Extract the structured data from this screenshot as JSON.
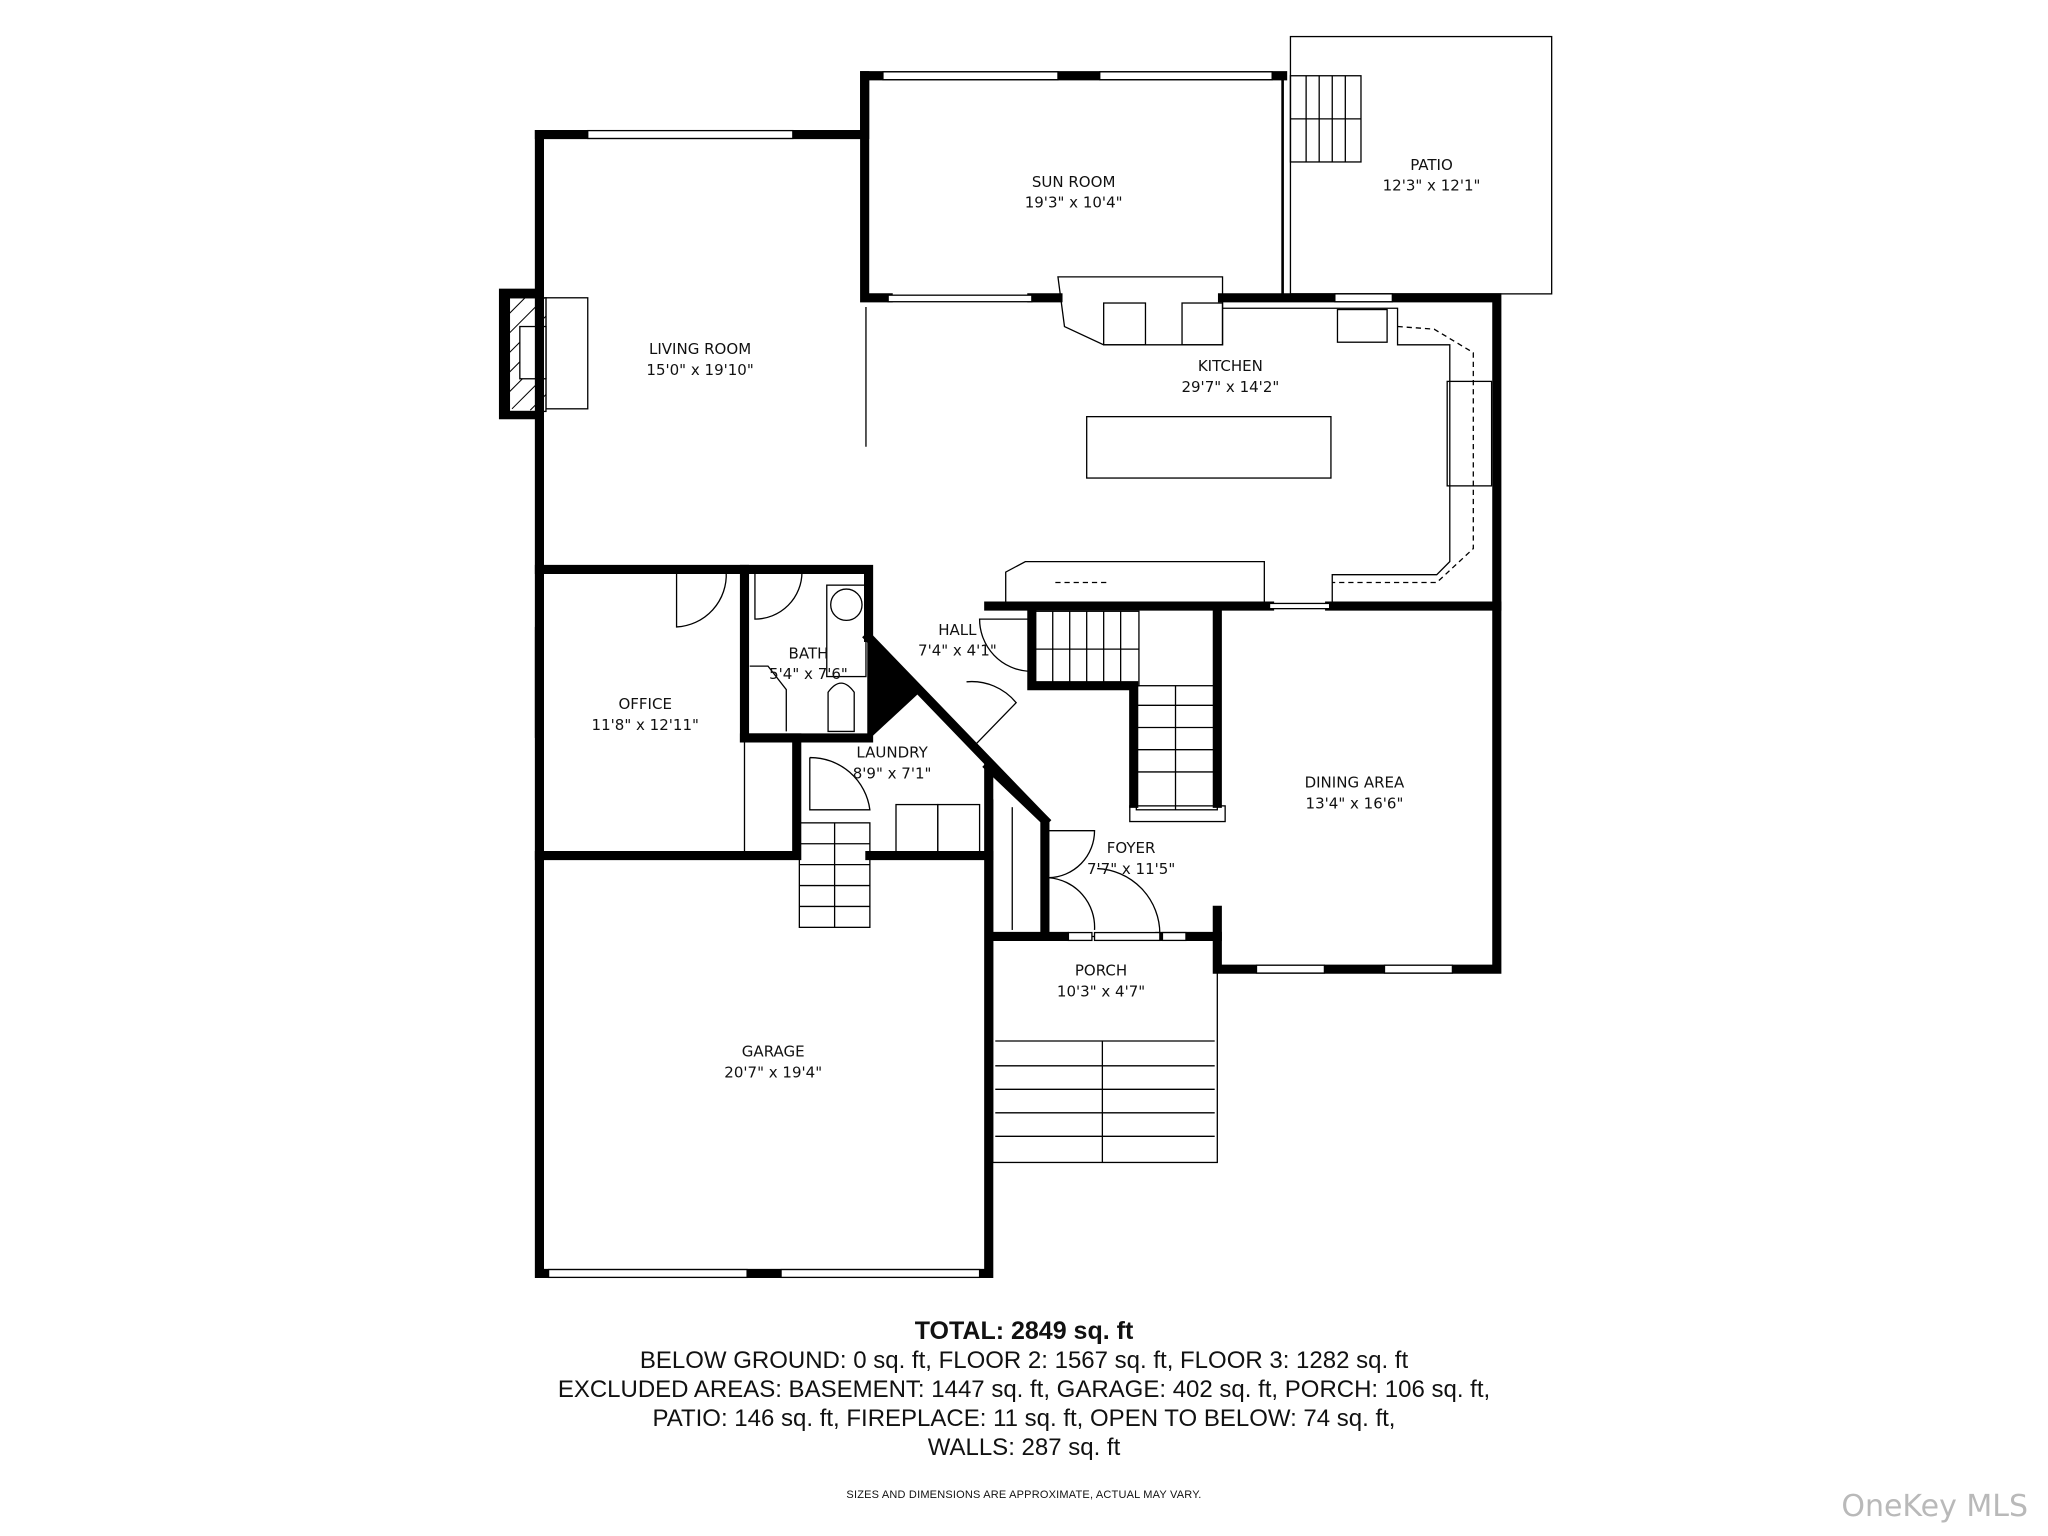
{
  "rooms": [
    {
      "name": "SUN ROOM",
      "size": "19'3\" x 10'4\""
    },
    {
      "name": "PATIO",
      "size": "12'3\" x 12'1\""
    },
    {
      "name": "LIVING ROOM",
      "size": "15'0\" x 19'10\""
    },
    {
      "name": "KITCHEN",
      "size": "29'7\" x 14'2\""
    },
    {
      "name": "OFFICE",
      "size": "11'8\" x 12'11\""
    },
    {
      "name": "BATH",
      "size": "5'4\" x 7'6\""
    },
    {
      "name": "HALL",
      "size": "7'4\" x 4'1\""
    },
    {
      "name": "LAUNDRY",
      "size": "8'9\" x 7'1\""
    },
    {
      "name": "DINING AREA",
      "size": "13'4\" x 16'6\""
    },
    {
      "name": "FOYER",
      "size": "7'7\" x 11'5\""
    },
    {
      "name": "PORCH",
      "size": "10'3\" x 4'7\""
    },
    {
      "name": "GARAGE",
      "size": "20'7\" x 19'4\""
    }
  ],
  "summary": {
    "total": "TOTAL: 2849 sq. ft",
    "lines": [
      "BELOW GROUND: 0 sq. ft, FLOOR 2: 1567 sq. ft, FLOOR 3: 1282 sq. ft",
      "EXCLUDED AREAS: BASEMENT: 1447 sq. ft, GARAGE: 402 sq. ft, PORCH: 106 sq. ft,",
      "PATIO: 146 sq. ft, FIREPLACE: 11 sq. ft, OPEN TO BELOW: 74 sq. ft,",
      "WALLS: 287 sq. ft"
    ],
    "note": "SIZES AND DIMENSIONS ARE APPROXIMATE, ACTUAL MAY VARY."
  },
  "watermark": "OneKey MLS",
  "colors": {
    "wall": "#000000",
    "background": "#ffffff",
    "watermark": "#b9b9b9"
  }
}
